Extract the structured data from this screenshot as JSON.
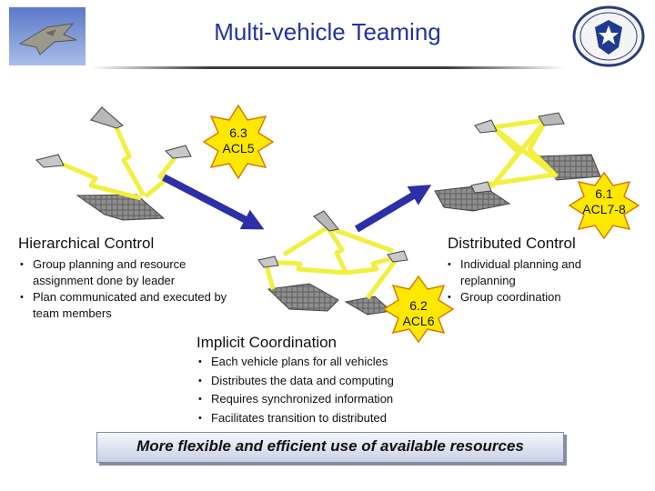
{
  "title": "Multi-vehicle Teaming",
  "hierarchical": {
    "heading": "Hierarchical Control",
    "bullets": [
      "Group planning and resource assignment done by leader",
      "Plan communicated and executed by team members"
    ],
    "badge_line1": "6.3",
    "badge_line2": "ACL5"
  },
  "distributed": {
    "heading": "Distributed Control",
    "bullets": [
      "Individual planning and replanning",
      "Group coordination"
    ],
    "badge_line1": "6.1",
    "badge_line2": "ACL7-8"
  },
  "implicit": {
    "heading": "Implicit Coordination",
    "bullets": [
      "Each vehicle plans for all vehicles",
      "Distributes the data and computing",
      "Requires synchronized information",
      "Facilitates transition to distributed"
    ],
    "badge_line1": "6.2",
    "badge_line2": "ACL6"
  },
  "banner": "More flexible and efficient use of available resources",
  "colors": {
    "title": "#2233a0",
    "starburst": "#ffe800",
    "star_edge": "#d97a00",
    "link": "#f2ef40",
    "arrow": "#2d2fa8"
  },
  "icons": [
    "fighter-jet-photo-logo",
    "air-force-seal-logo"
  ]
}
